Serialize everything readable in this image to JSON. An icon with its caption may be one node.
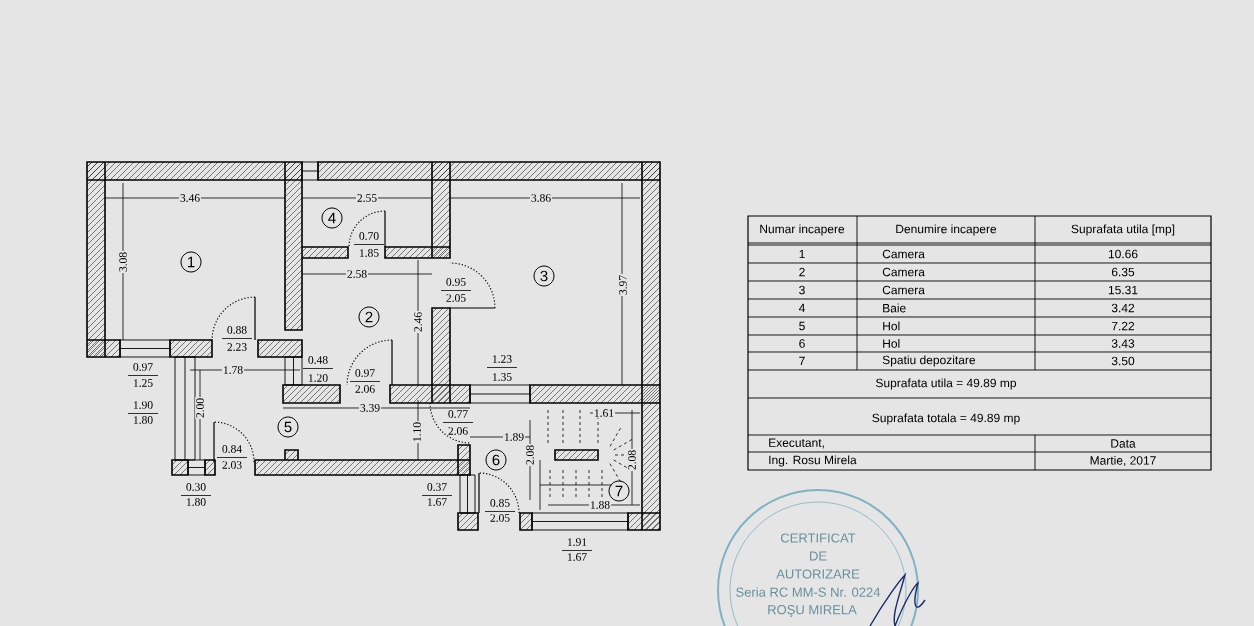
{
  "diagram": {
    "nodes": [
      {
        "text": [
          "1"
        ]
      },
      {
        "text": [
          "2"
        ]
      },
      {
        "text": [
          "3"
        ]
      },
      {
        "text": [
          "4"
        ]
      },
      {
        "text": [
          "5"
        ]
      },
      {
        "text": [
          "6"
        ]
      },
      {
        "text": [
          "7"
        ]
      }
    ],
    "labels": [
      "3.46",
      "2.55",
      "3.86",
      "0.70",
      "1.85",
      "3.08",
      "2.58",
      "0.95",
      "2.05",
      "3.97",
      "2.46",
      "0.88",
      "2.23",
      "1.23",
      "1.35",
      "0.48",
      "1.20",
      "0.97",
      "1.25",
      "1.78",
      "0.97",
      "2.06",
      "1.90",
      "1.80",
      "2.00",
      "3.39",
      "0.77",
      "2.06",
      "1.61",
      "1.10",
      "1.89",
      "0.84",
      "2.03",
      "2.08",
      "2.08",
      "0.30",
      "1.80",
      "0.37",
      "1.67",
      "0.85",
      "2.05",
      "1.88",
      "1.91",
      "1.67",
      "Numar incapere",
      "Denumire incapere",
      "Suprafata utila [mp]",
      "1",
      "Camera",
      "10.66",
      "2",
      "Camera",
      "6.35",
      "3",
      "Camera",
      "15.31",
      "4",
      "Baie",
      "3.42",
      "5",
      "Hol",
      "7.22",
      "6",
      "Hol",
      "3.43",
      "7",
      "Spatiu depozitare",
      "3.50",
      "Suprafata utila = 49.89 mp",
      "Suprafata totala = 49.89 mp",
      "Executant,",
      "Data",
      "Ing. Rosu Mirela",
      "Martie, 2017",
      "CERTIFICAT",
      "DE",
      "AUTORIZARE",
      "Seria RC MM-S Nr. 0224",
      "ROŞU MIRELA"
    ]
  }
}
